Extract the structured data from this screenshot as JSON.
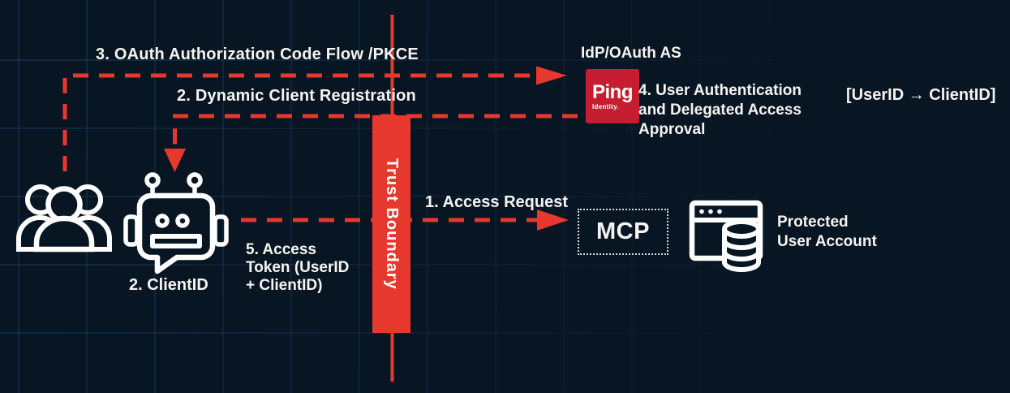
{
  "colors": {
    "background": "#081623",
    "accent_red": "#e6382d",
    "ping_red": "#c41e30",
    "text": "#f6f4f1"
  },
  "flows": {
    "access_request": "1. Access Request",
    "dynamic_client_registration": "2. Dynamic Client Registration",
    "oauth_code_flow": "3. OAuth Authorization Code Flow /PKCE",
    "user_authentication": "4. User Authentication\nand Delegated Access\nApproval",
    "access_token": "5. Access\nToken (UserID\n+ ClientID)"
  },
  "annotations": {
    "userid_clientid_mapping": "[UserID → ClientID]",
    "client_id": "2. ClientID"
  },
  "nodes": {
    "idp": {
      "title": "IdP/OAuth AS",
      "logo_text": "Ping",
      "logo_subtext": "Identity."
    },
    "mcp": {
      "label": "MCP"
    },
    "protected_account": {
      "label": "Protected\nUser Account"
    },
    "trust_boundary": {
      "label": "Trust Boundary"
    }
  }
}
